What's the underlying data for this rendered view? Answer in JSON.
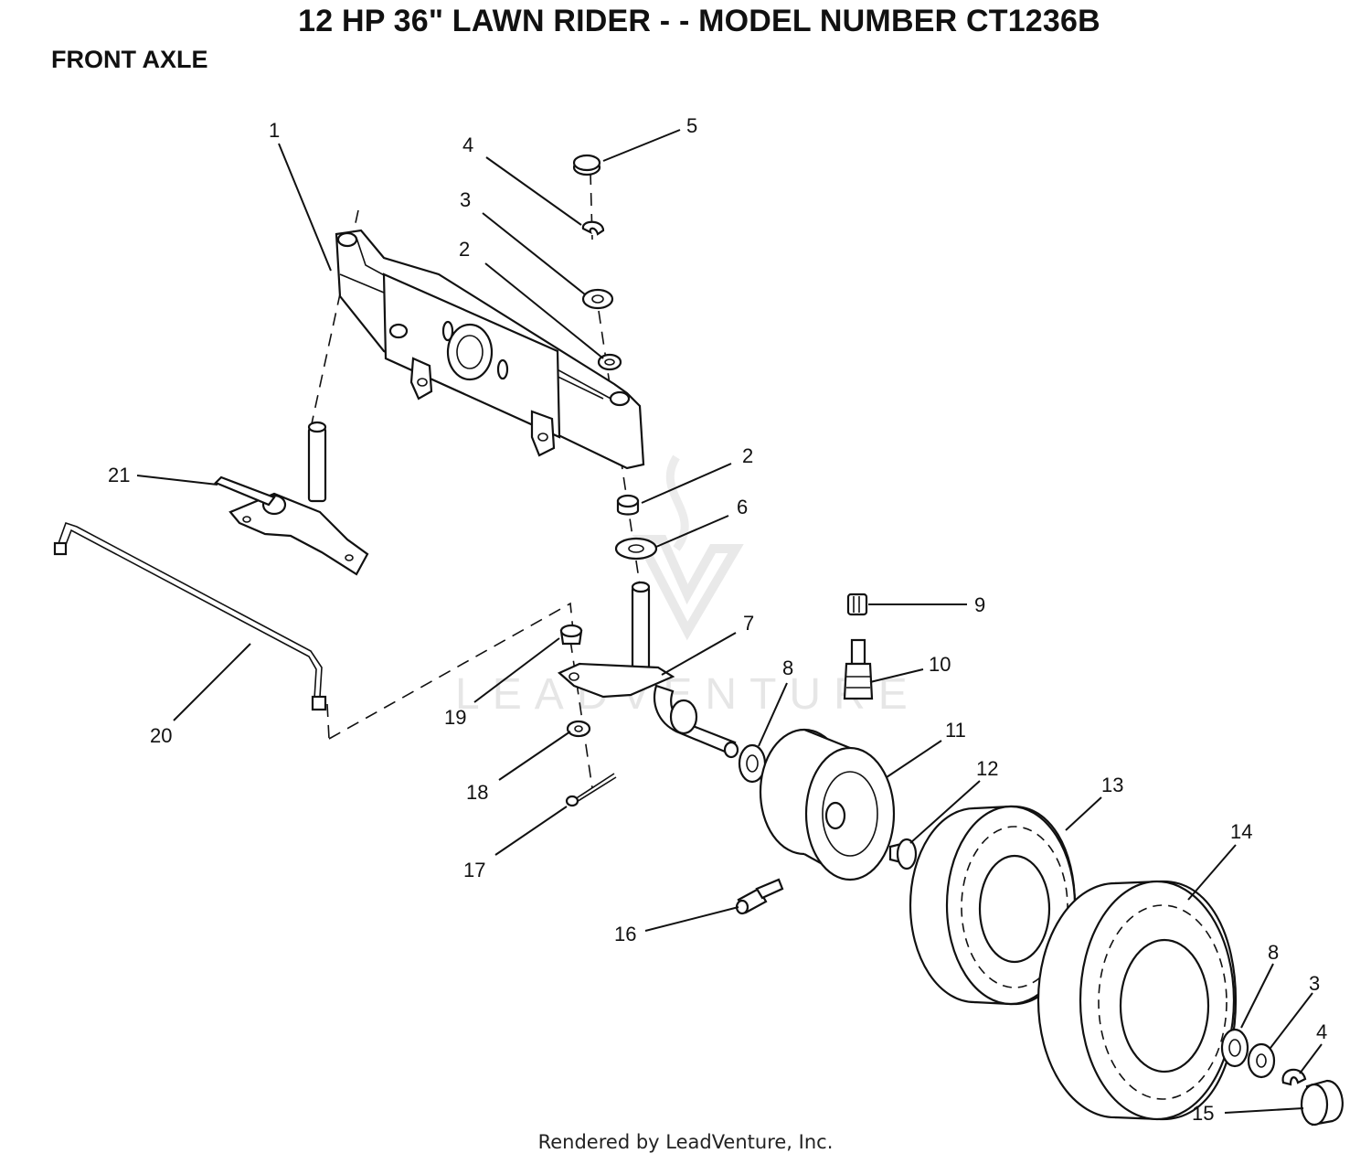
{
  "header": {
    "title": "12 HP 36\" LAWN RIDER - - MODEL NUMBER CT1236B",
    "subtitle": "FRONT AXLE"
  },
  "watermark": {
    "text": "LEADVENTURE"
  },
  "callouts": [
    {
      "id": "c1",
      "label": "1"
    },
    {
      "id": "c2a",
      "label": "2"
    },
    {
      "id": "c2b",
      "label": "2"
    },
    {
      "id": "c3a",
      "label": "3"
    },
    {
      "id": "c3b",
      "label": "3"
    },
    {
      "id": "c4a",
      "label": "4"
    },
    {
      "id": "c4b",
      "label": "4"
    },
    {
      "id": "c5",
      "label": "5"
    },
    {
      "id": "c6",
      "label": "6"
    },
    {
      "id": "c7",
      "label": "7"
    },
    {
      "id": "c8a",
      "label": "8"
    },
    {
      "id": "c8b",
      "label": "8"
    },
    {
      "id": "c9",
      "label": "9"
    },
    {
      "id": "c10",
      "label": "10"
    },
    {
      "id": "c11",
      "label": "11"
    },
    {
      "id": "c12",
      "label": "12"
    },
    {
      "id": "c13",
      "label": "13"
    },
    {
      "id": "c14",
      "label": "14"
    },
    {
      "id": "c15",
      "label": "15"
    },
    {
      "id": "c16",
      "label": "16"
    },
    {
      "id": "c17",
      "label": "17"
    },
    {
      "id": "c18",
      "label": "18"
    },
    {
      "id": "c19",
      "label": "19"
    },
    {
      "id": "c20",
      "label": "20"
    },
    {
      "id": "c21",
      "label": "21"
    }
  ],
  "footer": {
    "text": "Rendered by LeadVenture, Inc."
  }
}
